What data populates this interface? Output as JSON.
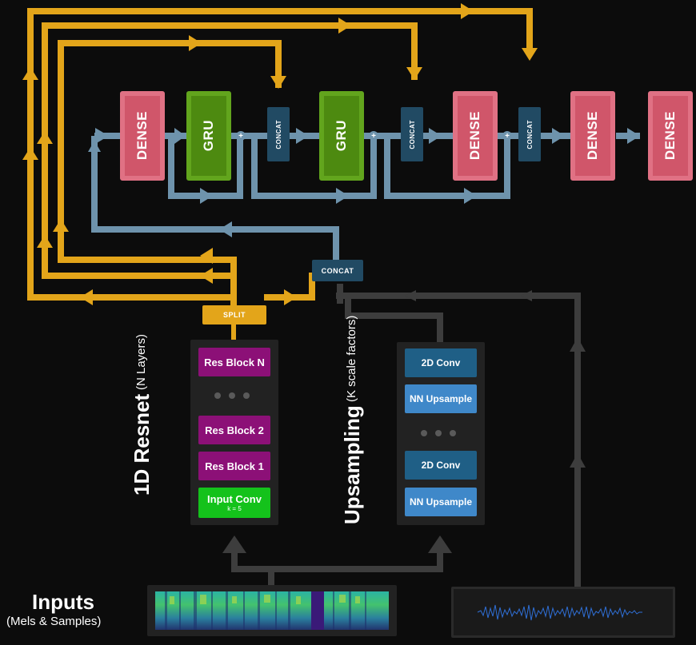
{
  "colors": {
    "orange": "#e3a51a",
    "blue_wire": "#6e93ac",
    "grey_wire": "#3d3d3d",
    "dense": "#d0566a",
    "gru": "#4d8a10",
    "concat": "#214a63",
    "res_block": "#8c1077",
    "input_conv": "#14c21b",
    "conv2d": "#1f5f86",
    "nn_upsample": "#3f88c9"
  },
  "top_row": {
    "dense1": "DENSE",
    "gru1": "GRU",
    "plus1": "+",
    "concat1": "CONCAT",
    "gru2": "GRU",
    "plus2": "+",
    "concat2": "CONCAT",
    "dense2": "DENSE",
    "plus3": "+",
    "concat3": "CONCAT",
    "dense3": "DENSE",
    "dense4": "DENSE"
  },
  "middle": {
    "concat_label": "CONCAT",
    "split_label": "SPLIT"
  },
  "resnet": {
    "title": "1D Resnet",
    "subtitle": "(N Layers)",
    "block_n": "Res Block N",
    "block_2": "Res Block 2",
    "block_1": "Res Block 1",
    "input_conv": "Input Conv",
    "input_conv_k": "k = 5"
  },
  "upsampling": {
    "title": "Upsampling",
    "subtitle": "(K scale factors)",
    "conv_top": "2D Conv",
    "upsample_top": "NN Upsample",
    "conv_bottom": "2D Conv",
    "upsample_bottom": "NN Upsample"
  },
  "inputs": {
    "title": "Inputs",
    "subtitle": "(Mels & Samples)"
  }
}
